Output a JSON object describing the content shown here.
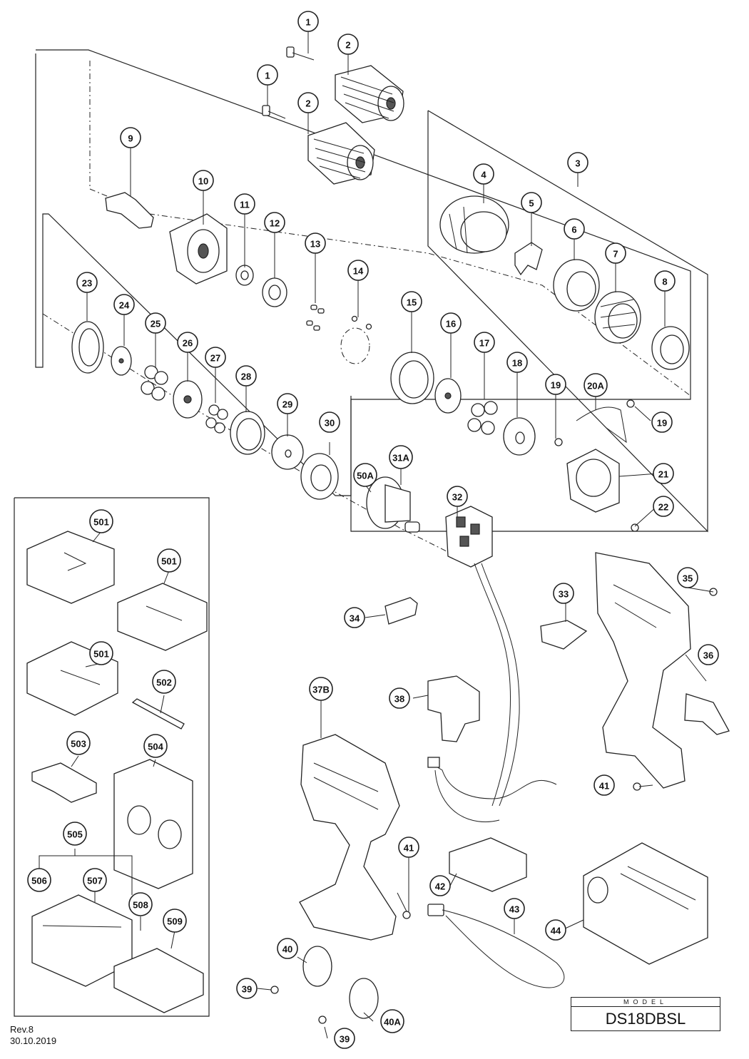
{
  "callouts": [
    {
      "label": "1"
    },
    {
      "label": "2"
    },
    {
      "label": "1"
    },
    {
      "label": "2"
    },
    {
      "label": "3"
    },
    {
      "label": "4"
    },
    {
      "label": "5"
    },
    {
      "label": "6"
    },
    {
      "label": "7"
    },
    {
      "label": "8"
    },
    {
      "label": "9"
    },
    {
      "label": "10"
    },
    {
      "label": "11"
    },
    {
      "label": "12"
    },
    {
      "label": "13"
    },
    {
      "label": "14"
    },
    {
      "label": "15"
    },
    {
      "label": "16"
    },
    {
      "label": "17"
    },
    {
      "label": "18"
    },
    {
      "label": "19"
    },
    {
      "label": "20A"
    },
    {
      "label": "19"
    },
    {
      "label": "21"
    },
    {
      "label": "22"
    },
    {
      "label": "23"
    },
    {
      "label": "24"
    },
    {
      "label": "25"
    },
    {
      "label": "26"
    },
    {
      "label": "27"
    },
    {
      "label": "28"
    },
    {
      "label": "29"
    },
    {
      "label": "30"
    },
    {
      "label": "31A"
    },
    {
      "label": "50A"
    },
    {
      "label": "32"
    },
    {
      "label": "33"
    },
    {
      "label": "34"
    },
    {
      "label": "35"
    },
    {
      "label": "36"
    },
    {
      "label": "37B"
    },
    {
      "label": "38"
    },
    {
      "label": "41"
    },
    {
      "label": "41"
    },
    {
      "label": "42"
    },
    {
      "label": "43"
    },
    {
      "label": "44"
    },
    {
      "label": "40"
    },
    {
      "label": "39"
    },
    {
      "label": "40A"
    },
    {
      "label": "39"
    },
    {
      "label": "501"
    },
    {
      "label": "501"
    },
    {
      "label": "501"
    },
    {
      "label": "502"
    },
    {
      "label": "503"
    },
    {
      "label": "504"
    },
    {
      "label": "505"
    },
    {
      "label": "506"
    },
    {
      "label": "507"
    },
    {
      "label": "508"
    },
    {
      "label": "509"
    }
  ],
  "footer": {
    "revision": "Rev.8",
    "date": "30.10.2019"
  },
  "model": {
    "label": "MODEL",
    "name": "DS18DBSL"
  }
}
